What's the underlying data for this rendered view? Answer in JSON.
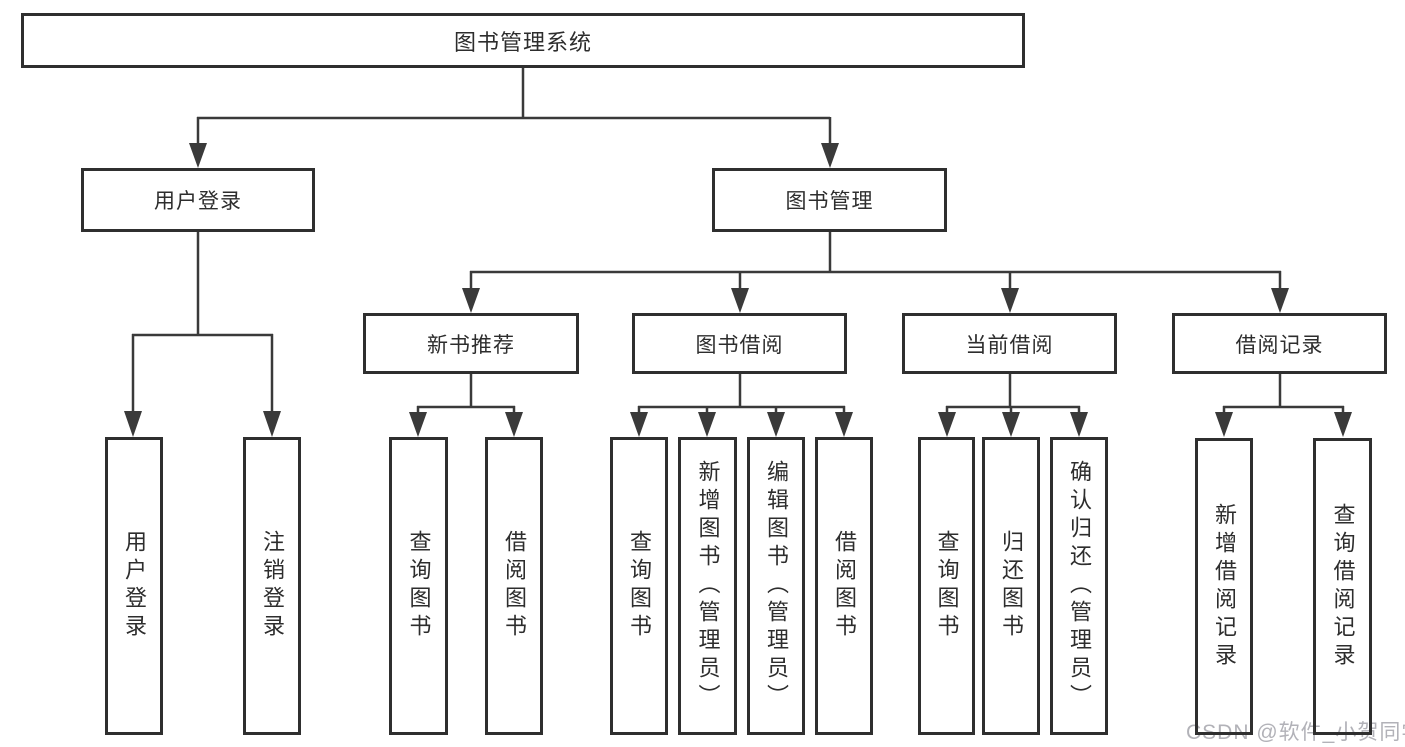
{
  "diagram_title": "图书管理系统",
  "tree": {
    "root": {
      "label": "图书管理系统",
      "children": [
        {
          "label": "用户登录",
          "children": [
            {
              "label": "用户登录"
            },
            {
              "label": "注销登录"
            }
          ]
        },
        {
          "label": "图书管理",
          "children": [
            {
              "label": "新书推荐",
              "children": [
                {
                  "label": "查询图书"
                },
                {
                  "label": "借阅图书"
                }
              ]
            },
            {
              "label": "图书借阅",
              "children": [
                {
                  "label": "查询图书"
                },
                {
                  "label": "新增图书（管理员）"
                },
                {
                  "label": "编辑图书（管理员）"
                },
                {
                  "label": "借阅图书"
                }
              ]
            },
            {
              "label": "当前借阅",
              "children": [
                {
                  "label": "查询图书"
                },
                {
                  "label": "归还图书"
                },
                {
                  "label": "确认归还（管理员）"
                }
              ]
            },
            {
              "label": "借阅记录",
              "children": [
                {
                  "label": "新增借阅记录"
                },
                {
                  "label": "查询借阅记录"
                }
              ]
            }
          ]
        }
      ]
    }
  },
  "watermark": "CSDN @软件_小贺同学",
  "colors": {
    "background": "#ffffff",
    "box_border": "#2f2f2f",
    "box_fill": "#ffffff",
    "connector": "#3a3a3a",
    "text": "#2d2d2d",
    "watermark": "#b2b2b8"
  }
}
